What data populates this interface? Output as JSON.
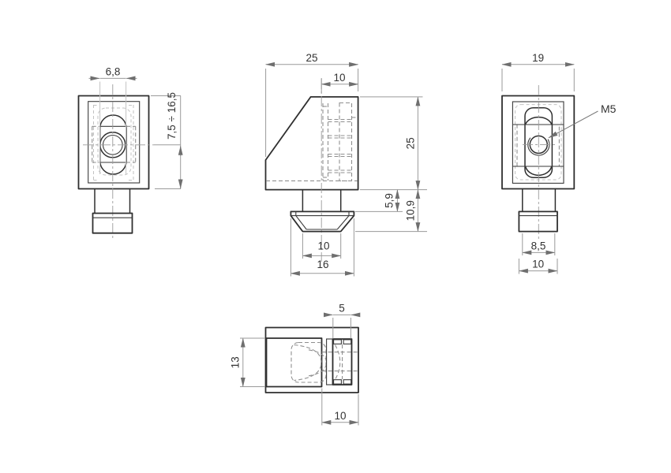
{
  "drawing": {
    "type": "technical-orthographic-views",
    "views": {
      "front": {
        "dim_slot_width": "6,8",
        "dim_hole_position_range": "7,5 ÷ 16,5"
      },
      "side": {
        "dim_width": "25",
        "dim_top_offset": "10",
        "dim_height": "25",
        "dim_neck_height": "5,9",
        "dim_foot_height": "10,9",
        "dim_foot_bottom_width": "10",
        "dim_foot_top_width": "16"
      },
      "back": {
        "dim_width": "19",
        "thread_label": "M5",
        "dim_neck_width": "8,5",
        "dim_foot_width": "10"
      },
      "top": {
        "dim_hammer_depth": "5",
        "dim_pocket_height": "13",
        "dim_foot_offset": "10"
      }
    },
    "colors": {
      "outline": "#2f2f2f",
      "thin_line": "#9a9a9a",
      "hidden_line": "#8f8f8f",
      "light_line": "#c2c2c2",
      "text": "#333333",
      "background": "#ffffff"
    }
  }
}
